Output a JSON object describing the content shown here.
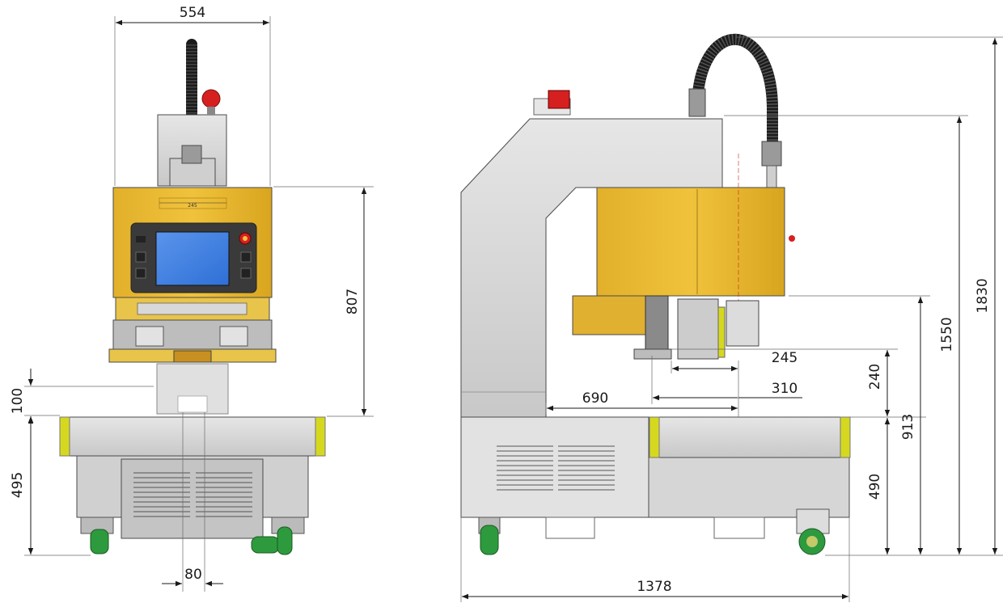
{
  "front_view": {
    "dimensions": {
      "width_top": "554",
      "height_head": "807",
      "gap": "100",
      "table_height": "495",
      "spacing_bottom": "80",
      "plate_label": "245"
    }
  },
  "side_view": {
    "dimensions": {
      "tool_offset": "245",
      "tool_spacing": "310",
      "throat_depth": "690",
      "stroke": "240",
      "table_height": "490",
      "work_height": "913",
      "arm_height": "1550",
      "total_height": "1830",
      "total_length": "1378"
    }
  },
  "colors": {
    "housing_yellow": "#e8b830",
    "frame_grey": "#d9d9d9",
    "screen_blue": "#3d7fe0",
    "wheel_green": "#2e9a3e",
    "bumper_yellow": "#d6d820",
    "beacon_red": "#d62020",
    "hose_black": "#1b1b1b"
  }
}
